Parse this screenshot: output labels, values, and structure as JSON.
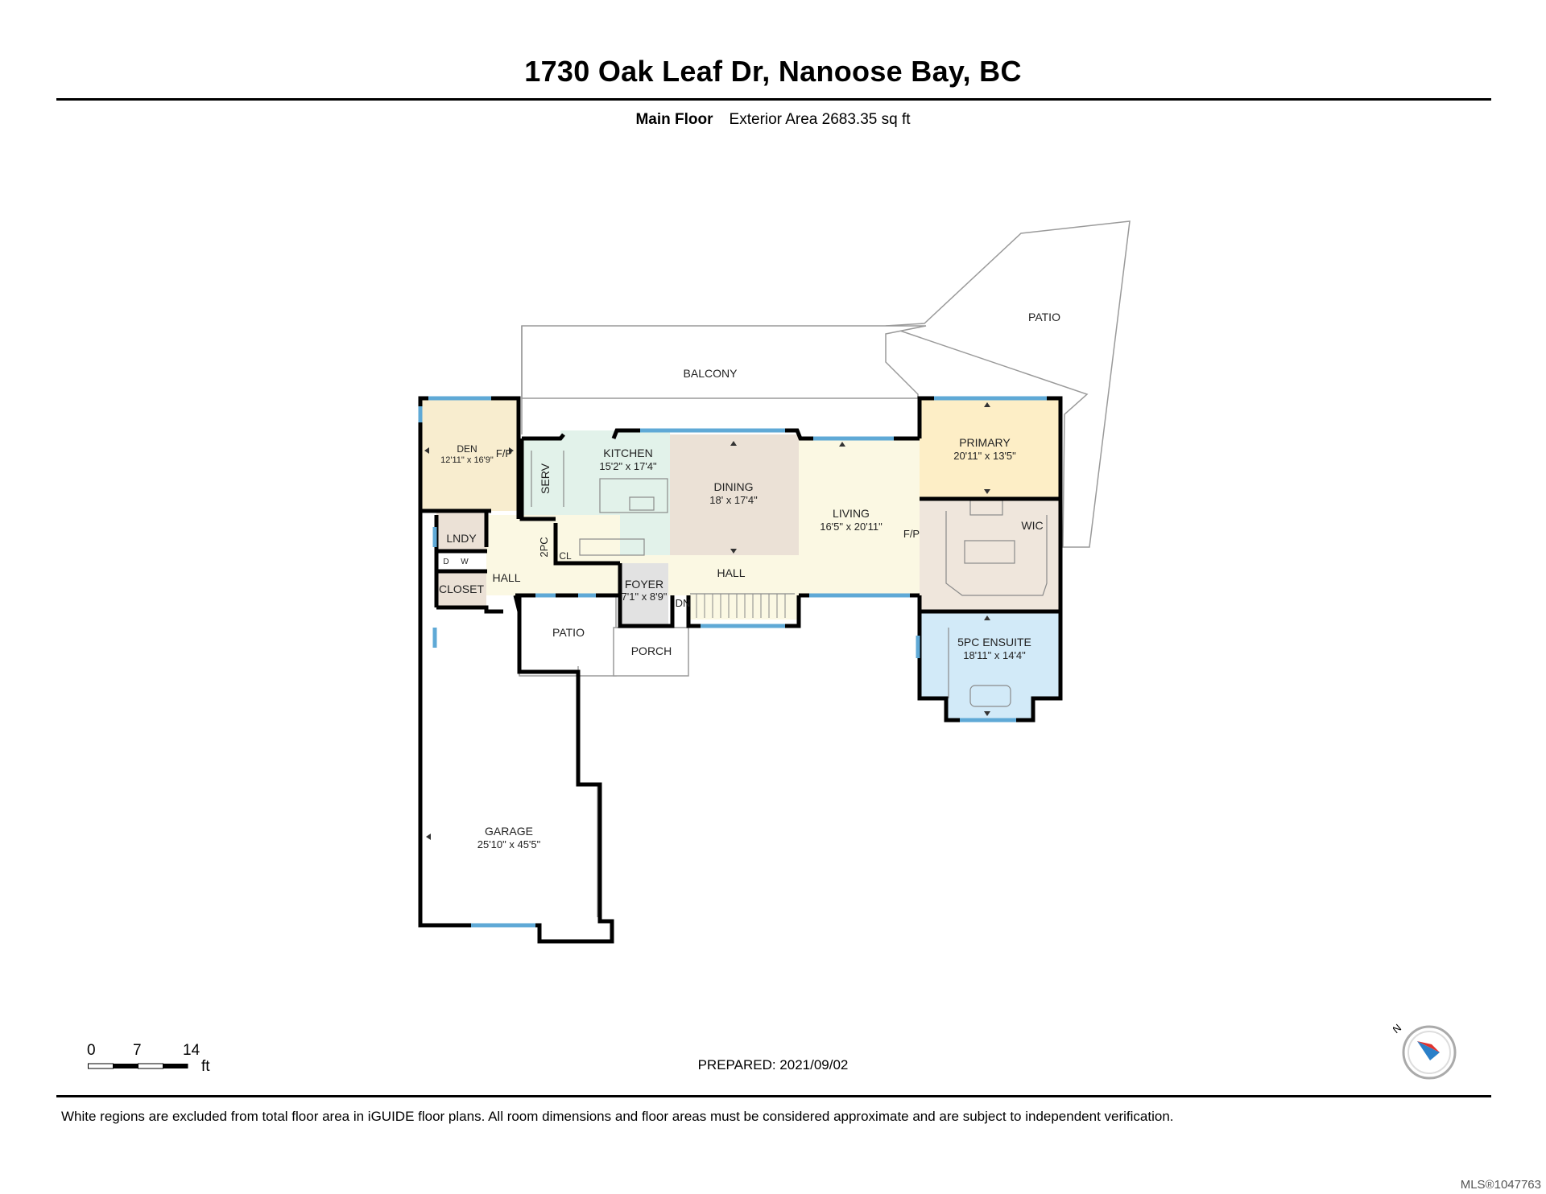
{
  "header": {
    "title": "1730 Oak Leaf Dr, Nanoose Bay, BC",
    "floor_name": "Main Floor",
    "area_text": "Exterior Area 2683.35 sq ft"
  },
  "rooms": {
    "patio_ne": "PATIO",
    "balcony": "BALCONY",
    "den": "DEN",
    "den_dim": "12'11\" x 16'9\"",
    "den_fp": "F/P",
    "serv": "SERV",
    "kitchen": "KITCHEN",
    "kitchen_dim": "15'2\" x 17'4\"",
    "dining": "DINING",
    "dining_dim": "18' x 17'4\"",
    "living": "LIVING",
    "living_dim": "16'5\" x 20'11\"",
    "living_fp": "F/P",
    "primary": "PRIMARY",
    "primary_dim": "20'11\" x 13'5\"",
    "wic": "WIC",
    "lndy": "LNDY",
    "washer_d": "D",
    "washer_w": "W",
    "twopc": "2PC",
    "cl": "CL",
    "hall_west": "HALL",
    "closet": "CLOSET",
    "foyer": "FOYER",
    "foyer_dim": "7'1\" x 8'9\"",
    "dn": "DN",
    "hall_main": "HALL",
    "ensuite": "5PC ENSUITE",
    "ensuite_dim": "18'11\" x 14'4\"",
    "patio_south": "PATIO",
    "porch": "PORCH",
    "garage": "GARAGE",
    "garage_dim": "25'10\" x 45'5\""
  },
  "colors": {
    "den": "#f8edcf",
    "kitchen": "#e2f2ea",
    "dining": "#ebe1d6",
    "living": "#fbf8e3",
    "primary": "#fdeec6",
    "wic": "#efe6dc",
    "ensuite": "#d2eaf8",
    "twopc": "#d2eaf8",
    "utility": "#ebe1d6",
    "hall": "#fbf8e3",
    "foyer": "#e2e2e2",
    "wall": "#000000",
    "window": "#5fa9d6"
  },
  "scale": {
    "tick0": "0",
    "tick1": "7",
    "tick2": "14",
    "unit": "ft"
  },
  "footer": {
    "prepared": "PREPARED: 2021/09/02",
    "disclaimer": "White regions are excluded from total floor area in iGUIDE floor plans. All room dimensions and floor areas must be considered approximate and are subject to independent verification.",
    "mls": "MLS®1047763"
  },
  "compass": {
    "north": "N"
  }
}
